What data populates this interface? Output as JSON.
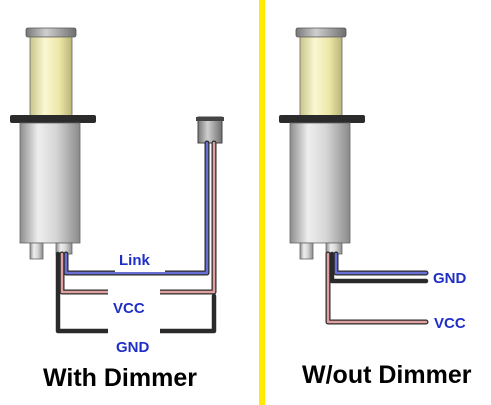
{
  "panels": [
    {
      "caption": "With Dimmer",
      "labels": {
        "link": "Link",
        "vcc": "VCC",
        "gnd": "GND"
      }
    },
    {
      "caption": "W/out Dimmer",
      "labels": {
        "gnd": "GND",
        "vcc": "VCC"
      }
    }
  ],
  "colors": {
    "divider": "#ffea00",
    "label_text": "#1f2fc6",
    "wire_blue": "#5a5fc8",
    "wire_red": "#d28a8a",
    "wire_black": "#2a2a2a",
    "lamp_yellow": "#f2eeb4",
    "body_grey": "#cfcfcf"
  }
}
